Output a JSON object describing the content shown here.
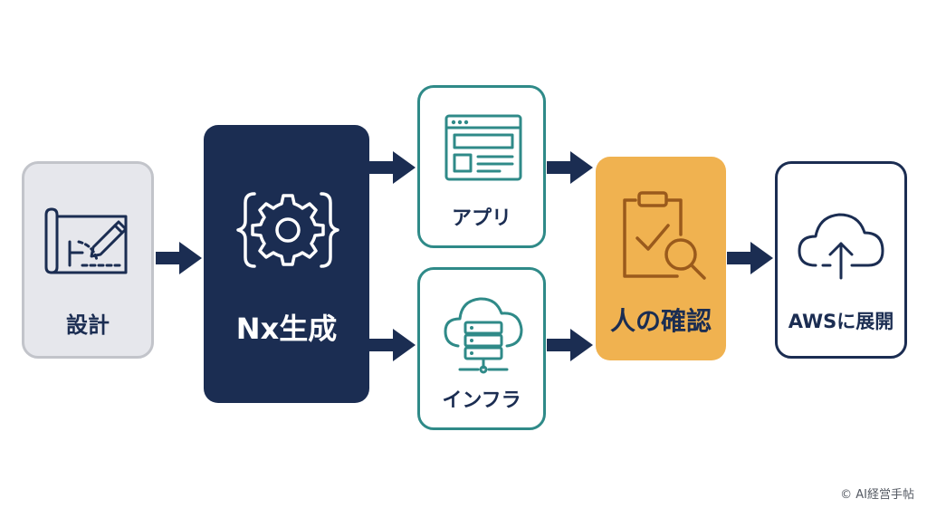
{
  "steps": {
    "design": "設計",
    "generate": "Nx生成",
    "app": "アプリ",
    "infra": "インフラ",
    "review": "人の確認",
    "deploy": "AWSに展開"
  },
  "icons": {
    "design": "blueprint-pencil-icon",
    "generate": "gear-braces-icon",
    "app": "browser-window-icon",
    "infra": "cloud-server-icon",
    "review": "clipboard-magnifier-icon",
    "deploy": "cloud-upload-icon"
  },
  "colors": {
    "navy": "#1b2d52",
    "teal": "#2f8a88",
    "orange": "#f0b250",
    "gray": "#e6e7ec"
  },
  "credit": "© AI経営手帖"
}
